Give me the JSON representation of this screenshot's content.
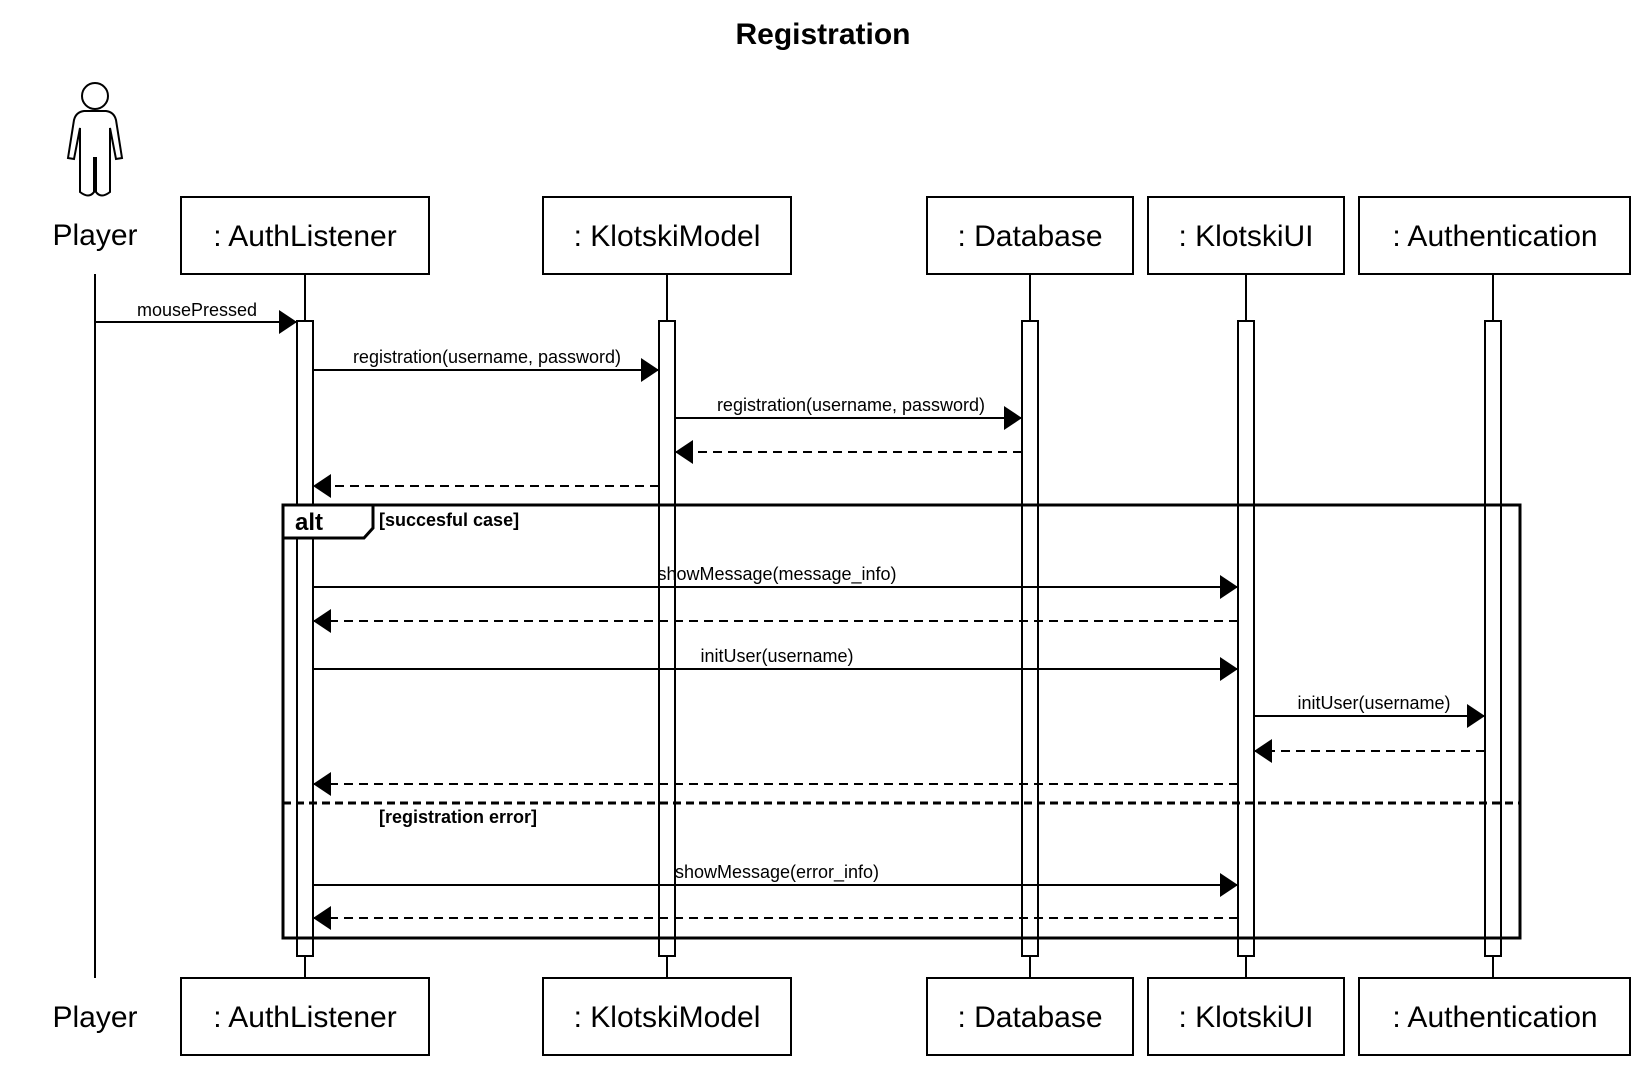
{
  "title": "Registration",
  "actor": {
    "name": "Player",
    "icon": "stick-figure-icon"
  },
  "participants": [
    {
      "id": "auth_listener",
      "label": ": AuthListener"
    },
    {
      "id": "klotski_model",
      "label": ": KlotskiModel"
    },
    {
      "id": "database",
      "label": ": Database"
    },
    {
      "id": "klotski_ui",
      "label": ": KlotskiUI"
    },
    {
      "id": "authentication",
      "label": ": Authentication"
    }
  ],
  "messages": [
    {
      "from": "player",
      "to": "auth_listener",
      "label": "mousePressed",
      "kind": "sync"
    },
    {
      "from": "auth_listener",
      "to": "klotski_model",
      "label": "registration(username, password)",
      "kind": "sync"
    },
    {
      "from": "klotski_model",
      "to": "database",
      "label": "registration(username, password)",
      "kind": "sync"
    },
    {
      "from": "database",
      "to": "klotski_model",
      "label": "",
      "kind": "return"
    },
    {
      "from": "klotski_model",
      "to": "auth_listener",
      "label": "",
      "kind": "return"
    },
    {
      "from": "auth_listener",
      "to": "klotski_ui",
      "label": "showMessage(message_info)",
      "kind": "sync"
    },
    {
      "from": "klotski_ui",
      "to": "auth_listener",
      "label": "",
      "kind": "return"
    },
    {
      "from": "auth_listener",
      "to": "klotski_ui",
      "label": "initUser(username)",
      "kind": "sync"
    },
    {
      "from": "klotski_ui",
      "to": "authentication",
      "label": "initUser(username)",
      "kind": "sync"
    },
    {
      "from": "authentication",
      "to": "klotski_ui",
      "label": "",
      "kind": "return"
    },
    {
      "from": "klotski_ui",
      "to": "auth_listener",
      "label": "",
      "kind": "return"
    },
    {
      "from": "auth_listener",
      "to": "klotski_ui",
      "label": "showMessage(error_info)",
      "kind": "sync"
    },
    {
      "from": "klotski_ui",
      "to": "auth_listener",
      "label": "",
      "kind": "return"
    }
  ],
  "fragment": {
    "operator": "alt",
    "operands": [
      {
        "guard": "[succesful case]"
      },
      {
        "guard": "[registration error]"
      }
    ]
  }
}
